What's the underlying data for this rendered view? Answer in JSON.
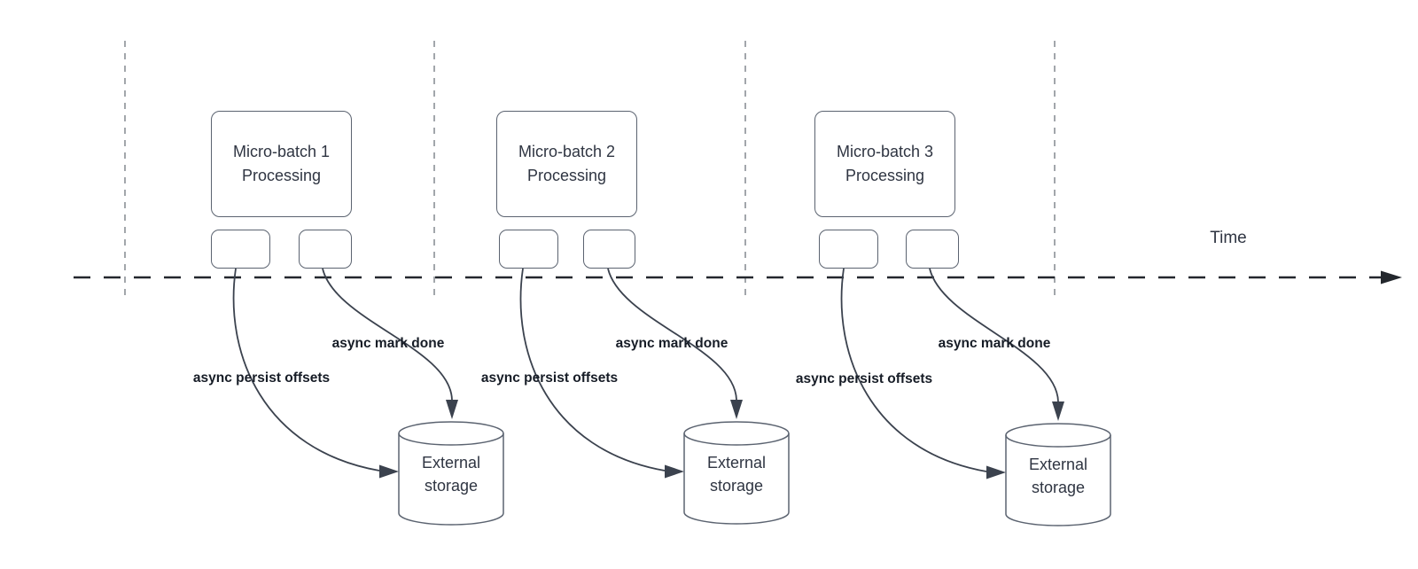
{
  "diagram": {
    "time_label": "Time",
    "colors": {
      "shape_stroke": "#5b6370",
      "shape_text": "#2f3542",
      "flow_label_text": "#161c26",
      "arrow_stroke": "#3b424e",
      "timeline_stroke": "#23272d",
      "gridline_stroke": "#a2a6ab",
      "background": "#ffffff"
    },
    "groups": [
      {
        "title_line1": "Micro-batch 1",
        "title_line2": "Processing",
        "persist_label": "async persist offsets",
        "done_label": "async mark done",
        "storage_line1": "External",
        "storage_line2": "storage"
      },
      {
        "title_line1": "Micro-batch 2",
        "title_line2": "Processing",
        "persist_label": "async persist offsets",
        "done_label": "async mark done",
        "storage_line1": "External",
        "storage_line2": "storage"
      },
      {
        "title_line1": "Micro-batch 3",
        "title_line2": "Processing",
        "persist_label": "async persist offsets",
        "done_label": "async mark done",
        "storage_line1": "External",
        "storage_line2": "storage"
      }
    ]
  }
}
